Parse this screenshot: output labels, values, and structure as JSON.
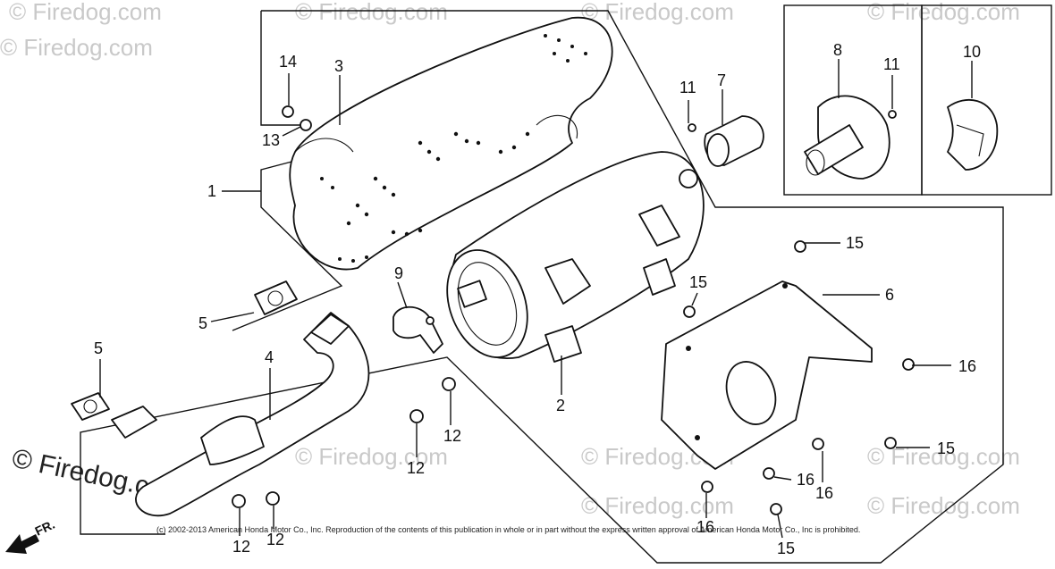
{
  "watermark": "© Firedog.com",
  "copyright": "(c) 2002-2013 American Honda Motor Co., Inc. Reproduction of the contents of this publication in whole or in part without the express written approval of American Honda Motor Co., Inc is prohibited.",
  "front_marker": "FR.",
  "callouts": {
    "c1": "1",
    "c2": "2",
    "c3": "3",
    "c4": "4",
    "c5a": "5",
    "c5b": "5",
    "c6": "6",
    "c7": "7",
    "c8": "8",
    "c9": "9",
    "c10": "10",
    "c11a": "11",
    "c11b": "11",
    "c12a": "12",
    "c12b": "12",
    "c12c": "12",
    "c12d": "12",
    "c13": "13",
    "c14": "14",
    "c15a": "15",
    "c15b": "15",
    "c15c": "15",
    "c15d": "15",
    "c16a": "16",
    "c16b": "16",
    "c16c": "16",
    "c16d": "16"
  }
}
